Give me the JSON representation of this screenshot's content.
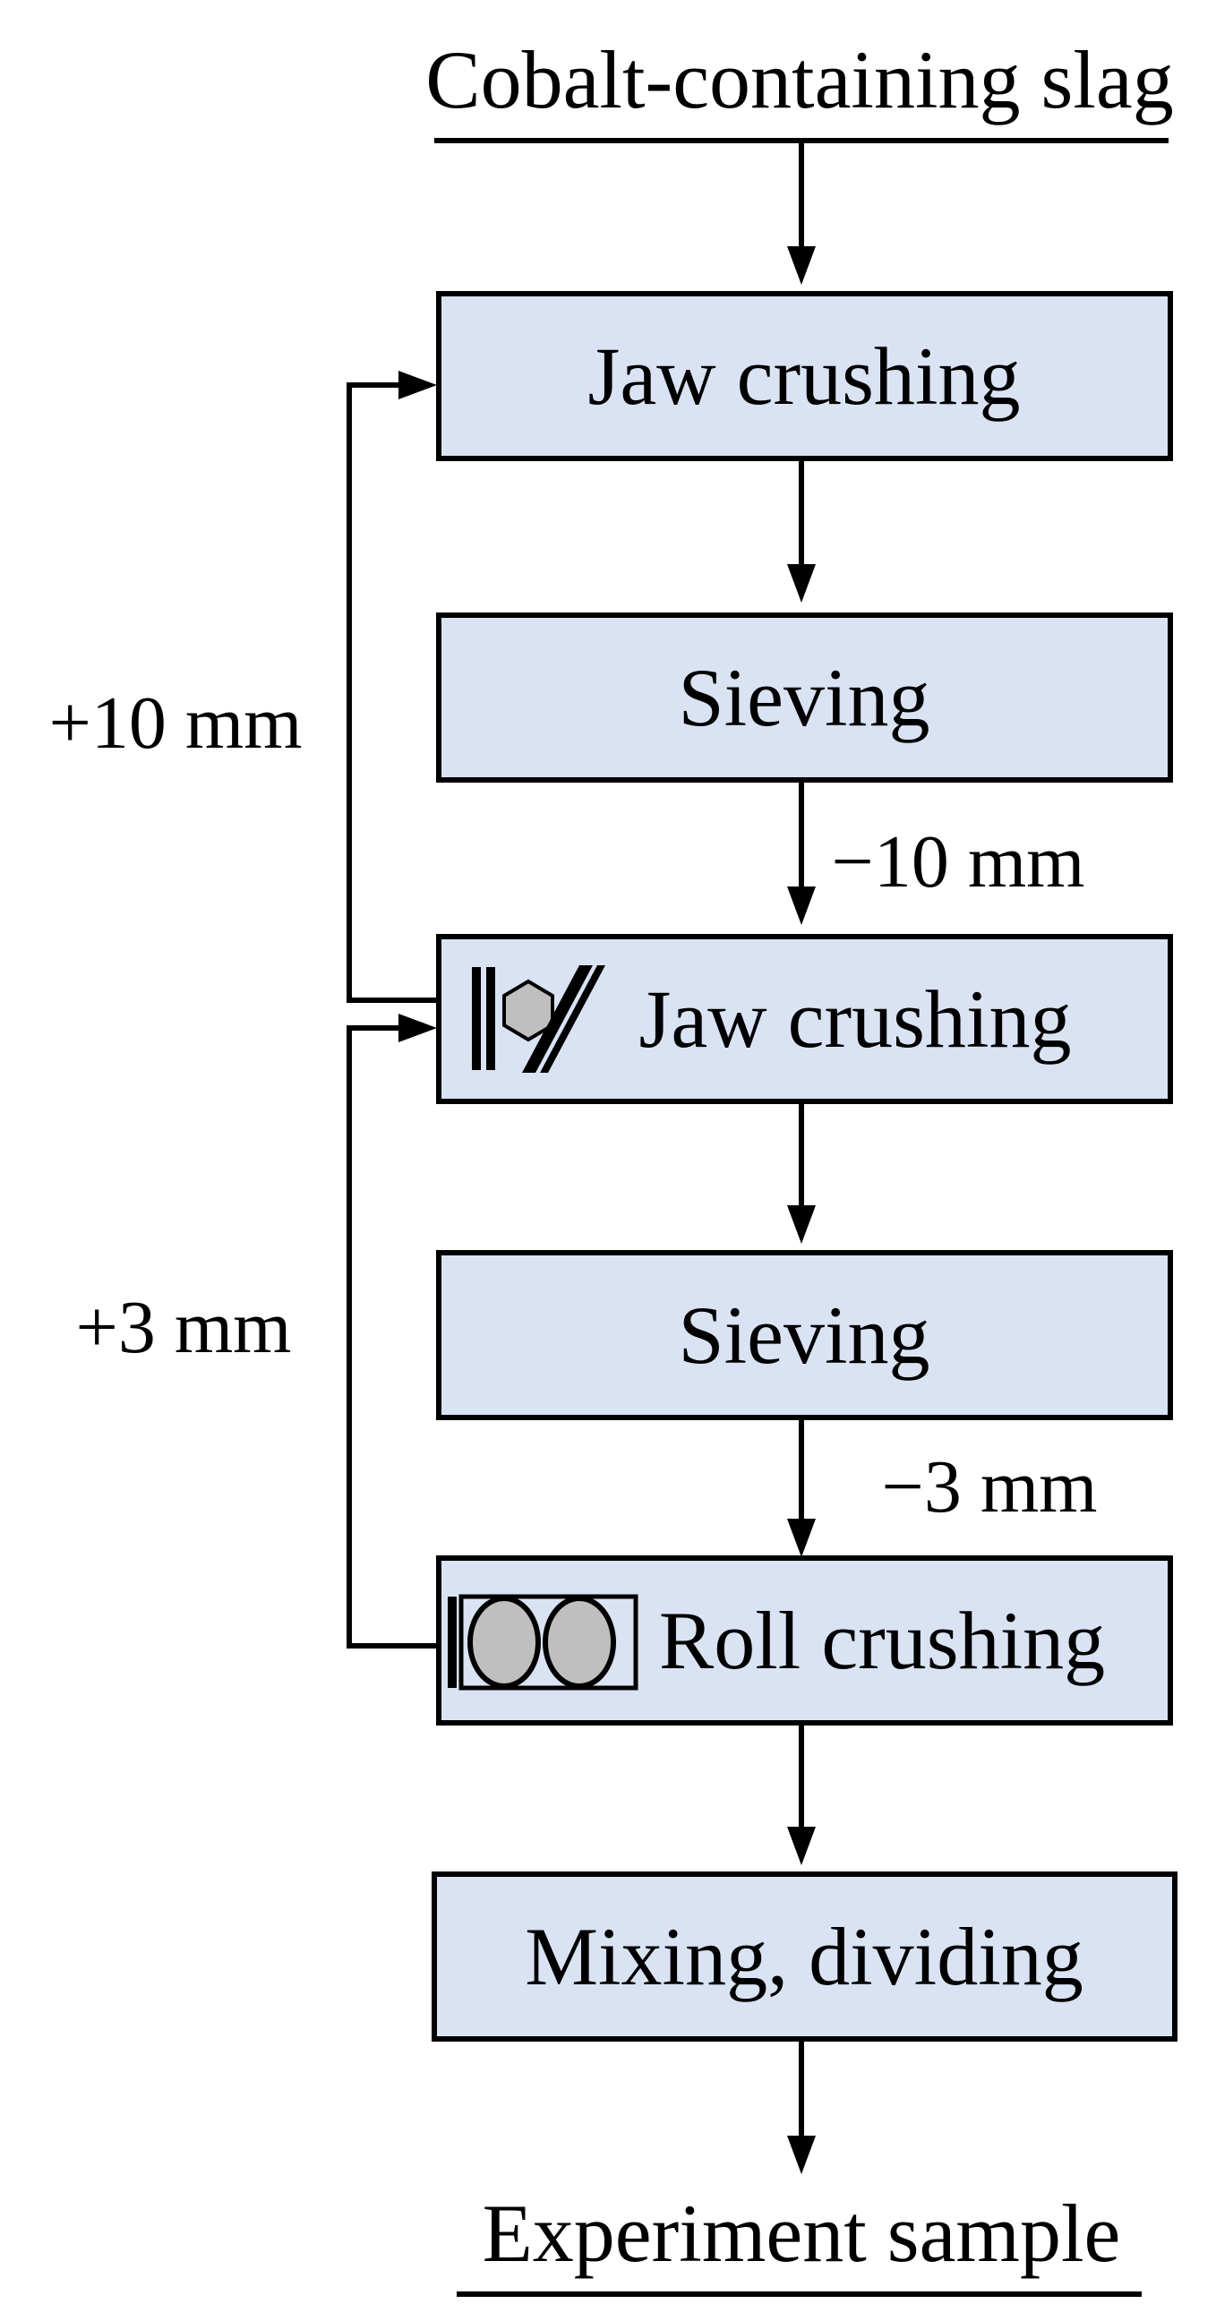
{
  "flowchart": {
    "input_label": "Cobalt-containing slag",
    "output_label": "Experiment sample",
    "steps": [
      {
        "label": "Jaw crushing"
      },
      {
        "label": "Sieving"
      },
      {
        "label": "Jaw crushing"
      },
      {
        "label": "Sieving"
      },
      {
        "label": "Roll crushing"
      },
      {
        "label": "Mixing, dividing"
      }
    ],
    "edges": {
      "undersize_1": "−10 mm",
      "undersize_2": "−3 mm",
      "oversize_1": "+10 mm",
      "oversize_2": "+3 mm"
    },
    "icons": {
      "step_3": "jaw-crusher-icon",
      "step_5": "roll-crusher-icon"
    }
  },
  "colors": {
    "box_fill": "#dae3f3",
    "box_stroke": "#000000",
    "line": "#000000",
    "icon_fill": "#bfbfbf"
  }
}
